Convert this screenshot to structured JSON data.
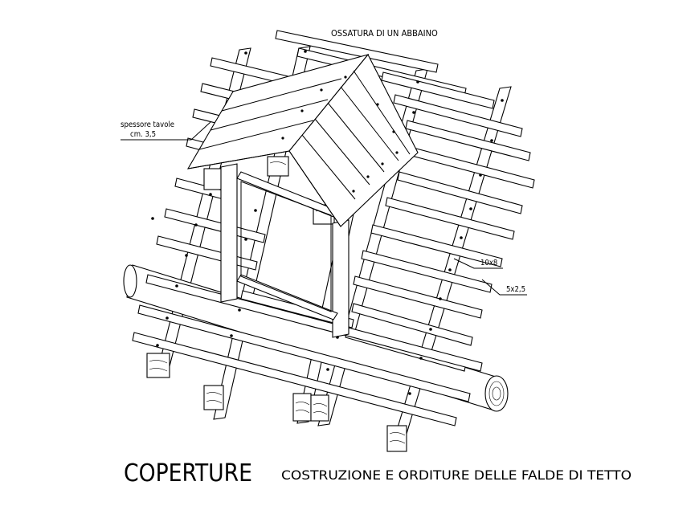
{
  "drawing": {
    "header_title": "OSSATURA DI UN ABBAINO",
    "main_title": "COPERTURE",
    "subtitle": "COSTRUZIONE E ORDITURE DELLE FALDE DI TETTO",
    "annotations": {
      "board_thickness_line1": "spessore tavole",
      "board_thickness_line2": "cm. 3,5",
      "rafter_size": "10x8",
      "batten_size": "5x2,5"
    }
  }
}
